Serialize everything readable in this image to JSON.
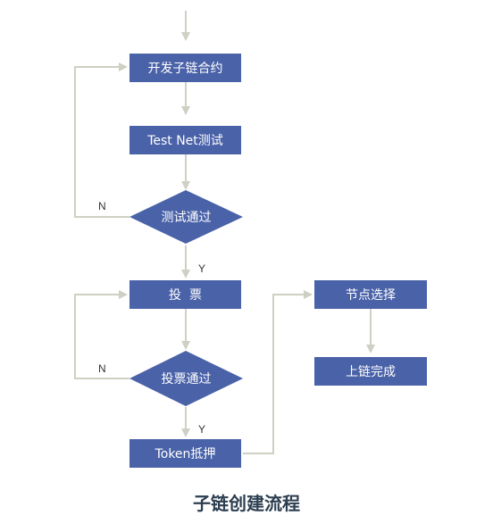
{
  "colors": {
    "node_fill": "#4a62a8",
    "node_text": "#ffffff",
    "connector": "#cdd0c3"
  },
  "nodes": {
    "develop_contract": "开发子链合约",
    "testnet_test": "Test Net测试",
    "test_passed": "测试通过",
    "vote": "投  票",
    "vote_passed": "投票通过",
    "token_staking": "Token抵押",
    "node_selection": "节点选择",
    "go_live": "上链完成"
  },
  "branch_labels": {
    "test_no": "N",
    "test_yes": "Y",
    "vote_no": "N",
    "vote_yes": "Y"
  },
  "caption": "子链创建流程"
}
